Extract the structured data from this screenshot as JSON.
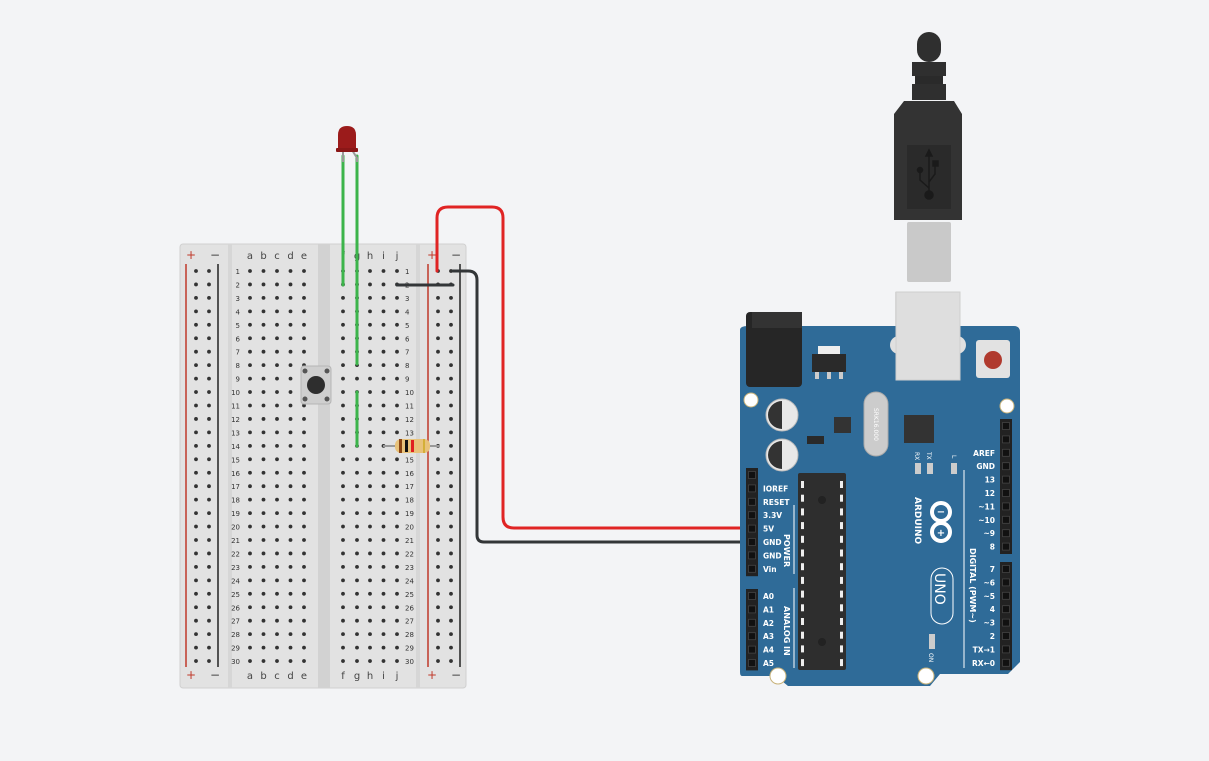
{
  "canvas": {
    "background": "#f3f4f6"
  },
  "breadboard": {
    "columns_left": [
      "a",
      "b",
      "c",
      "d",
      "e"
    ],
    "columns_right": [
      "f",
      "g",
      "h",
      "i",
      "j"
    ],
    "rows": 30,
    "rail_plus": "+",
    "rail_minus": "−",
    "colors": {
      "body": "#e4e4e4",
      "hole": "#333333",
      "rail_red": "#c0392b",
      "rail_black": "#222222"
    }
  },
  "components": {
    "led": {
      "label": "LED",
      "color": "#9b1b1b"
    },
    "pushbutton": {
      "label": "Pushbutton"
    },
    "resistor": {
      "label": "Resistor",
      "bands": [
        "#8b4513",
        "#111111",
        "#e02020",
        "#d4af37"
      ]
    },
    "usb_cable": {
      "label": "USB Cable"
    }
  },
  "arduino": {
    "brand": "ARDUINO",
    "model": "UNO",
    "crystal": "SRK16.000",
    "board_color": "#2f6b98",
    "power_header": {
      "title": "POWER",
      "pins": [
        "IOREF",
        "RESET",
        "3.3V",
        "5V",
        "GND",
        "GND",
        "Vin"
      ]
    },
    "analog_header": {
      "title": "ANALOG IN",
      "pins": [
        "A0",
        "A1",
        "A2",
        "A3",
        "A4",
        "A5"
      ]
    },
    "digital_header_top": {
      "pins": [
        "AREF",
        "GND",
        "13",
        "12",
        "~11",
        "~10",
        "~9",
        "8"
      ]
    },
    "digital_header_bottom": {
      "pins": [
        "7",
        "~6",
        "~5",
        "4",
        "~3",
        "2",
        "TX→1",
        "RX←0"
      ]
    },
    "digital_title": "DIGITAL (PWM~)",
    "leds": {
      "rx": "RX",
      "tx": "TX",
      "l": "L",
      "on": "ON"
    }
  },
  "wires": [
    {
      "name": "5v-wire",
      "color": "#e02424"
    },
    {
      "name": "gnd-wire",
      "color": "#333638"
    },
    {
      "name": "led-leg-wire-1",
      "color": "#3cb44b"
    },
    {
      "name": "led-leg-wire-2",
      "color": "#3cb44b"
    },
    {
      "name": "jumper-j2-gnd",
      "color": "#333638"
    }
  ]
}
